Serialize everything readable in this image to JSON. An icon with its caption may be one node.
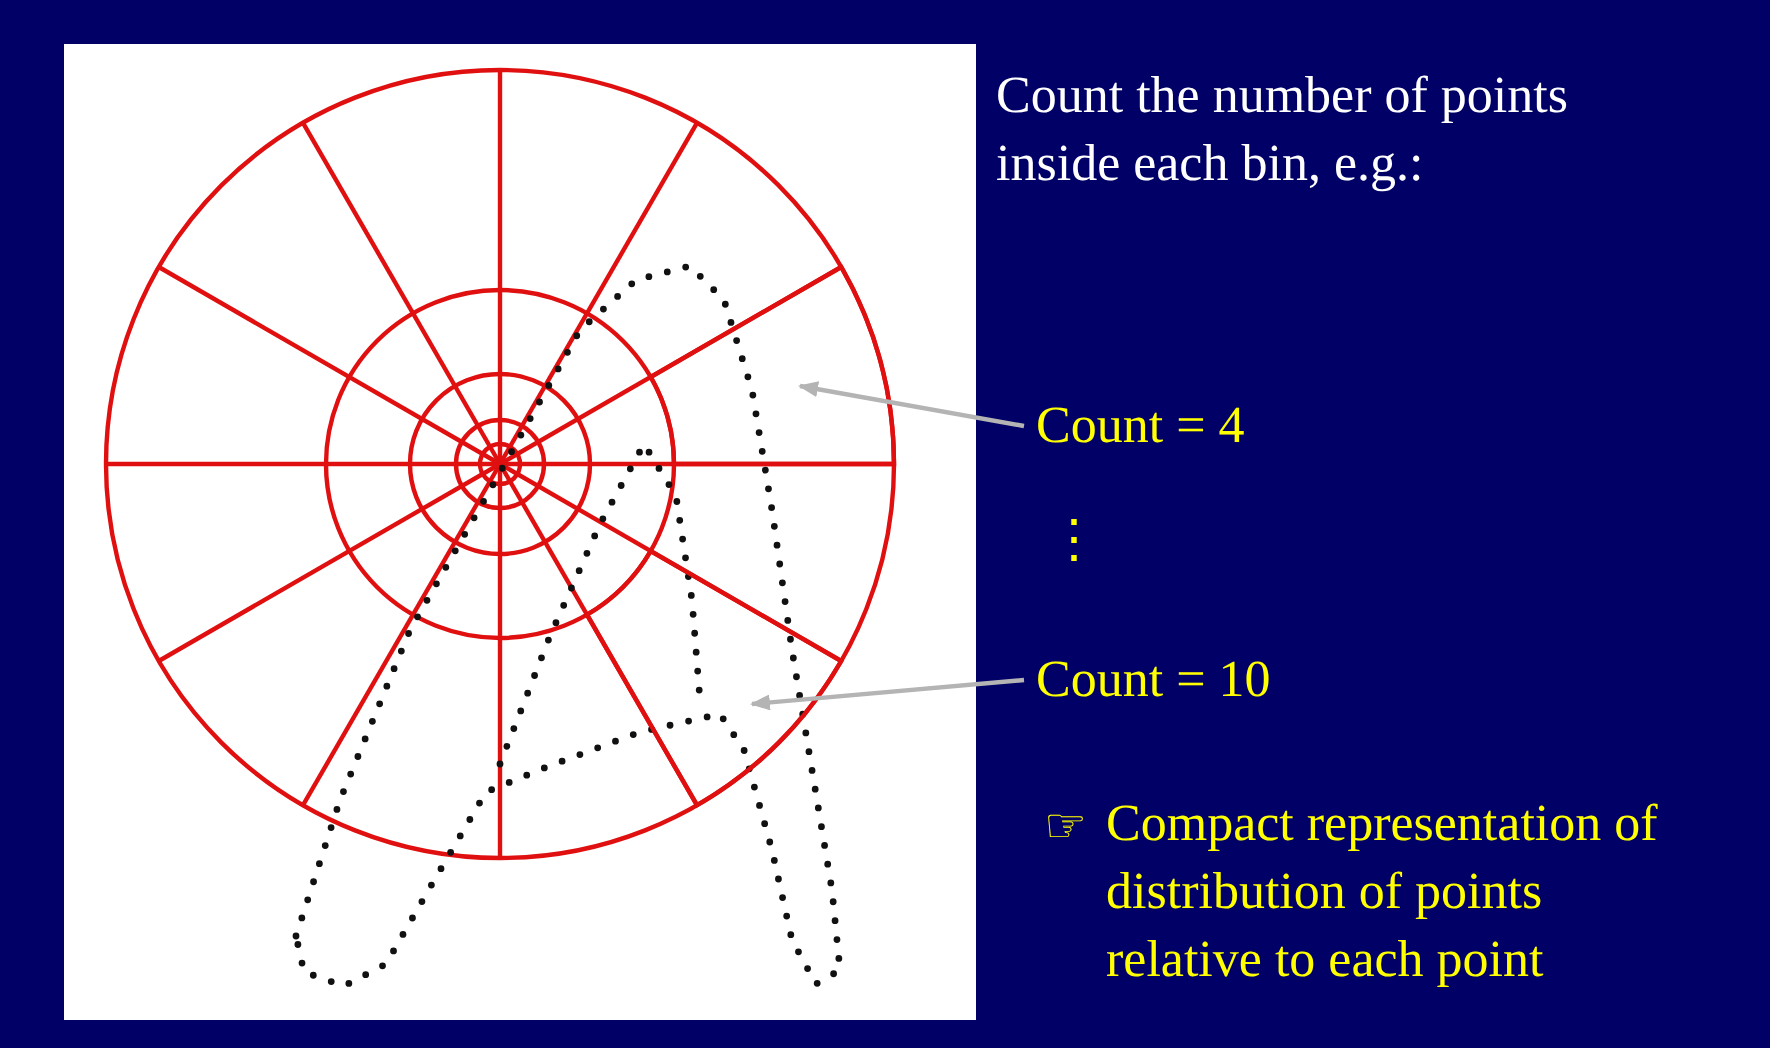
{
  "diagram": {
    "nodes": [
      {
        "text": [
          "Count = 4"
        ]
      },
      {
        "text": [],
        "shape": "sector"
      },
      {
        "text": [
          "Count = 10"
        ]
      },
      {
        "text": [],
        "shape": "sector"
      }
    ],
    "edges": [
      {
        "from": 0,
        "to": 1,
        "arrow": "to"
      },
      {
        "from": 2,
        "to": 3,
        "arrow": "to"
      }
    ],
    "labels": [
      "Count the number of points inside each bin, e.g.:",
      "⋮",
      "☞",
      "Compact representation of distribution of points relative to each point"
    ]
  }
}
